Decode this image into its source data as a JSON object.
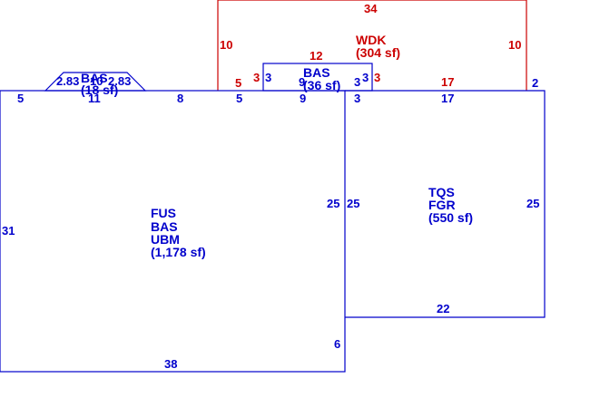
{
  "colors": {
    "blue": "#0000cc",
    "red": "#cc0000",
    "background": "#ffffff"
  },
  "main_area": {
    "codes": [
      "FUS",
      "BAS",
      "UBM"
    ],
    "area": "(1,178 sf)",
    "dims": {
      "top_left": "5",
      "top_a": "11",
      "top_b": "8",
      "top_c": "5",
      "top_d": "9",
      "left": "31",
      "bottom": "38",
      "right_upper": "25",
      "right_lower": "6"
    }
  },
  "bay": {
    "code": "BAS",
    "area": "(18 sf)",
    "dims": {
      "left_diag": "2.83",
      "top": "10",
      "right_diag": "2.83"
    }
  },
  "wood_deck": {
    "code": "WDK",
    "area": "(304 sf)",
    "dims": {
      "top": "34",
      "left": "10",
      "right": "10",
      "inner_top": "12",
      "seg_left": "5",
      "step_left": "3",
      "step_right": "3",
      "seg_right": "17",
      "right_edge": "2"
    }
  },
  "small_room": {
    "code": "BAS",
    "area": "(36 sf)",
    "dims": {
      "top": "12",
      "left": "3",
      "right": "3",
      "inner": "9",
      "right_edge": "3"
    }
  },
  "garage": {
    "codes": [
      "TQS",
      "FGR"
    ],
    "area": "(550 sf)",
    "dims": {
      "top": "17",
      "left": "25",
      "right": "25",
      "bottom": "22",
      "top_left": "3"
    }
  }
}
